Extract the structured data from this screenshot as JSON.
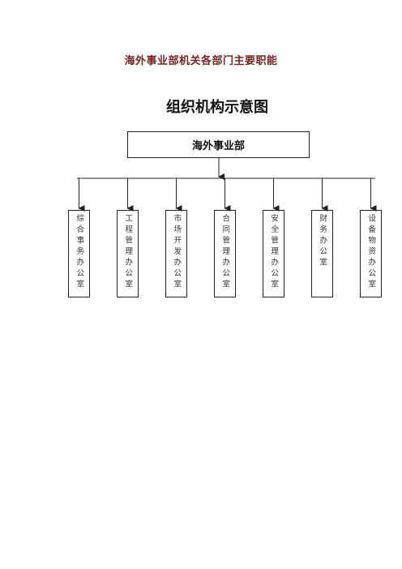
{
  "document": {
    "title": "海外事业部机关各部门主要职能"
  },
  "diagram": {
    "title": "组织机构示意图",
    "root": {
      "label": "海外事业部"
    },
    "departments": [
      {
        "label": "综合事务办公室"
      },
      {
        "label": "工程管理办公室"
      },
      {
        "label": "市场开发办公室"
      },
      {
        "label": "合同管理办公室"
      },
      {
        "label": "安全管理办公室"
      },
      {
        "label": "财务办公室"
      },
      {
        "label": "设备物资办公室"
      }
    ]
  }
}
